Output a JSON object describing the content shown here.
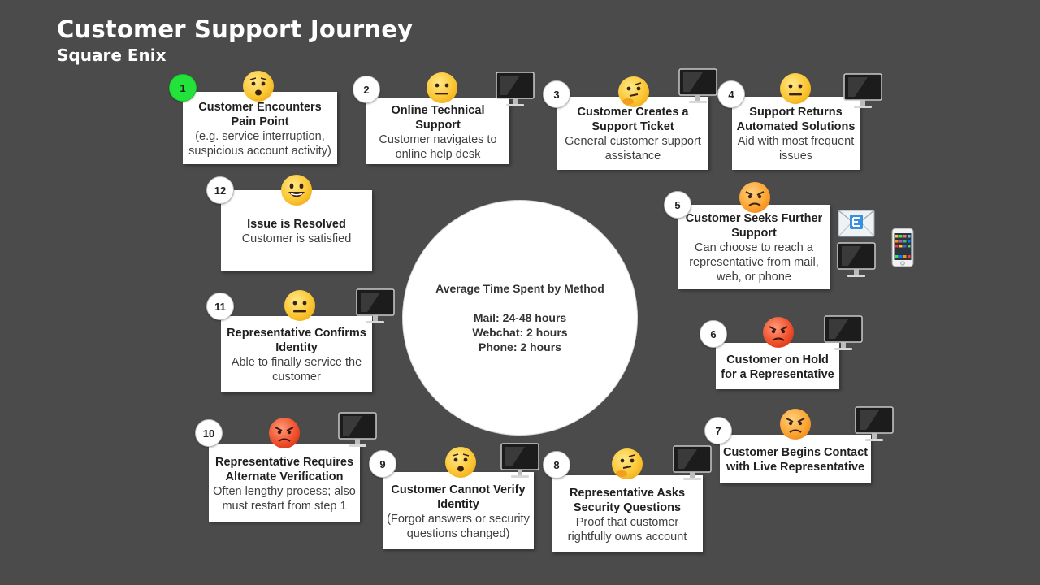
{
  "header": {
    "title": "Customer Support Journey",
    "subtitle": "Square Enix"
  },
  "center": {
    "heading": "Average Time Spent by Method",
    "lines": [
      "Mail: 24-48 hours",
      "Webchat: 2 hours",
      "Phone: 2 hours"
    ]
  },
  "steps": [
    {
      "n": "1",
      "title": "Customer Encounters Pain Point",
      "desc": "(e.g. service interruption, suspicious account activity)",
      "mood": "worried",
      "channel": "none"
    },
    {
      "n": "2",
      "title": "Online Technical Support",
      "desc": "Customer navigates to online help desk",
      "mood": "neutral",
      "channel": "computer"
    },
    {
      "n": "3",
      "title": "Customer Creates a Support Ticket",
      "desc": "General customer support assistance",
      "mood": "thinking",
      "channel": "computer"
    },
    {
      "n": "4",
      "title": "Support Returns Automated Solutions",
      "desc": "Aid with most frequent issues",
      "mood": "neutral",
      "channel": "computer"
    },
    {
      "n": "5",
      "title": "Customer Seeks Further Support",
      "desc": "Can choose to reach a representative from mail, web, or phone",
      "mood": "angry",
      "channel": "mail, computer, phone"
    },
    {
      "n": "6",
      "title": "Customer on Hold for a Representative",
      "desc": "",
      "mood": "rage",
      "channel": "computer"
    },
    {
      "n": "7",
      "title": "Customer Begins Contact with Live Representative",
      "desc": "",
      "mood": "angry",
      "channel": "computer"
    },
    {
      "n": "8",
      "title": "Representative Asks Security Questions",
      "desc": "Proof that customer rightfully owns account",
      "mood": "thinking",
      "channel": "computer"
    },
    {
      "n": "9",
      "title": "Customer Cannot Verify Identity",
      "desc": "(Forgot answers or security questions changed)",
      "mood": "worried",
      "channel": "computer"
    },
    {
      "n": "10",
      "title": "Representative Requires Alternate Verification",
      "desc": "Often lengthy process; also must restart from step 1",
      "mood": "rage",
      "channel": "computer"
    },
    {
      "n": "11",
      "title": "Representative Confirms Identity",
      "desc": "Able to finally service the customer",
      "mood": "neutral",
      "channel": "computer"
    },
    {
      "n": "12",
      "title": "Issue is Resolved",
      "desc": "Customer is satisfied",
      "mood": "happy",
      "channel": "none"
    }
  ],
  "colors": {
    "background": "#4b4b4b",
    "start_badge": "#22e33a",
    "card": "#ffffff"
  }
}
